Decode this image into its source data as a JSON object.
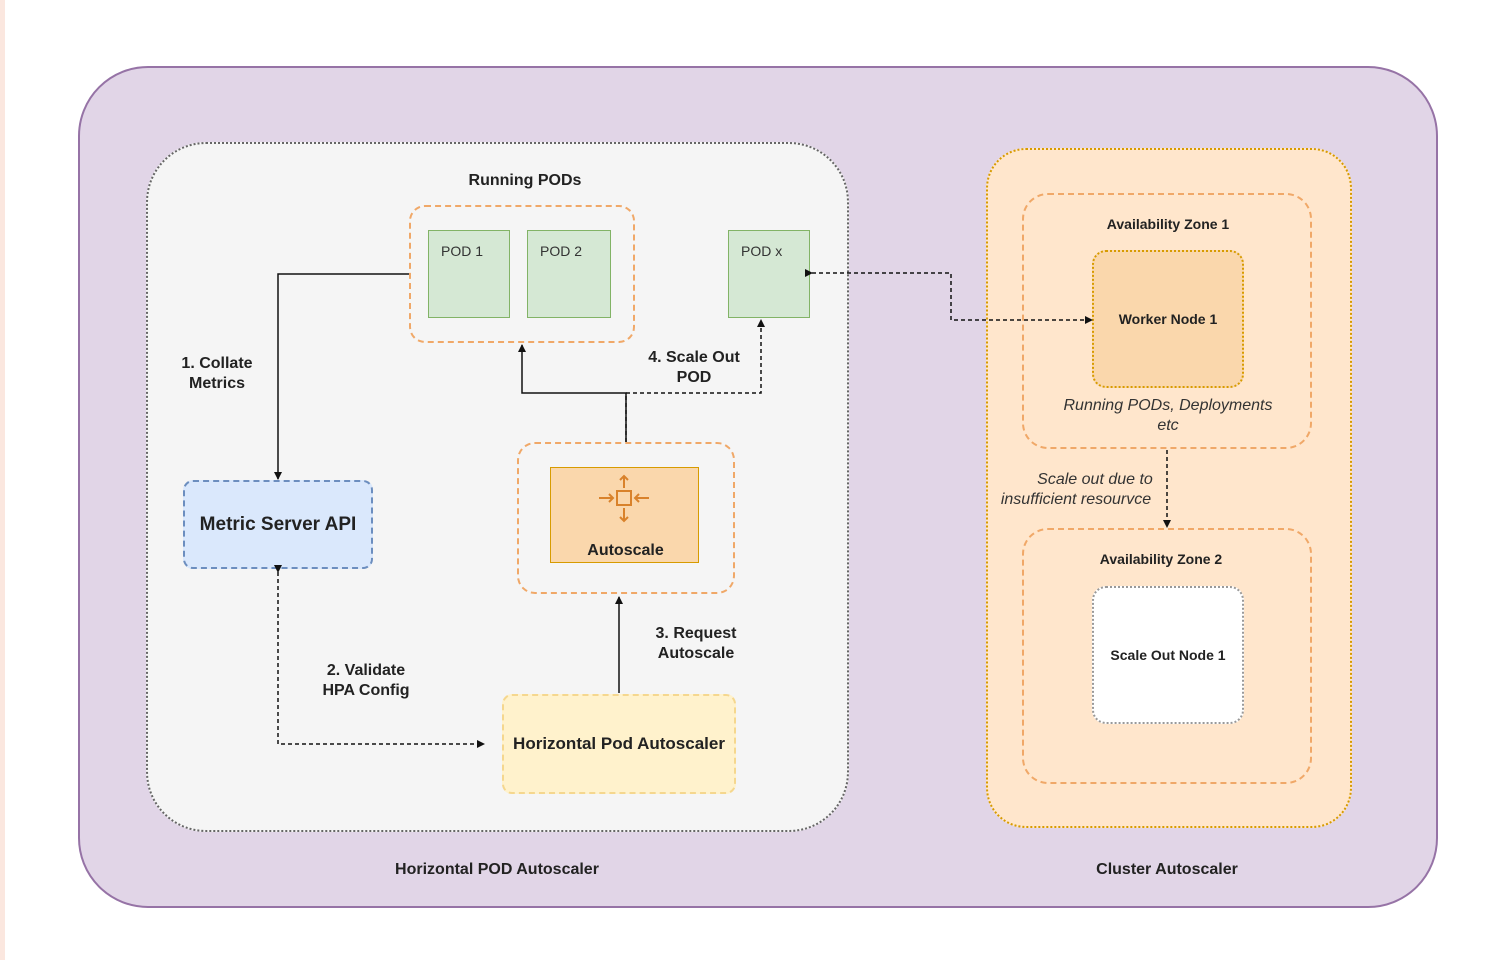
{
  "regions": {
    "hpa_title": "Horizontal POD Autoscaler",
    "cluster_title": "Cluster Autoscaler"
  },
  "running_pods": {
    "title": "Running PODs",
    "pod1": "POD 1",
    "pod2": "POD 2",
    "podx": "POD x"
  },
  "steps": {
    "collate": [
      "1. Collate",
      "Metrics"
    ],
    "validate": [
      "2. Validate",
      "HPA Config"
    ],
    "request": [
      "3. Request",
      "Autoscale"
    ],
    "scale_out": [
      "4. Scale Out",
      "POD"
    ]
  },
  "components": {
    "metric_server": "Metric Server API",
    "autoscale": "Autoscale",
    "hpa": "Horizontal Pod Autoscaler"
  },
  "cluster": {
    "az1": "Availability Zone 1",
    "worker_node": "Worker Node 1",
    "az1_note": [
      "Running PODs, Deployments",
      "etc"
    ],
    "scale_note": [
      "Scale out due to",
      "insufficient resourvce"
    ],
    "az2": "Availability Zone 2",
    "scaleout_node": "Scale Out Node 1"
  },
  "icons": {
    "autoscale": "autoscale-arrows-icon"
  },
  "colors": {
    "outer_bg": "#e1d5e7",
    "pod_green": "#d5e8d4",
    "metric_blue": "#dae8fc",
    "hpa_yellow": "#fff2cc",
    "autoscale_orange": "#fad7ac",
    "cluster_bg": "#ffe6cc"
  }
}
